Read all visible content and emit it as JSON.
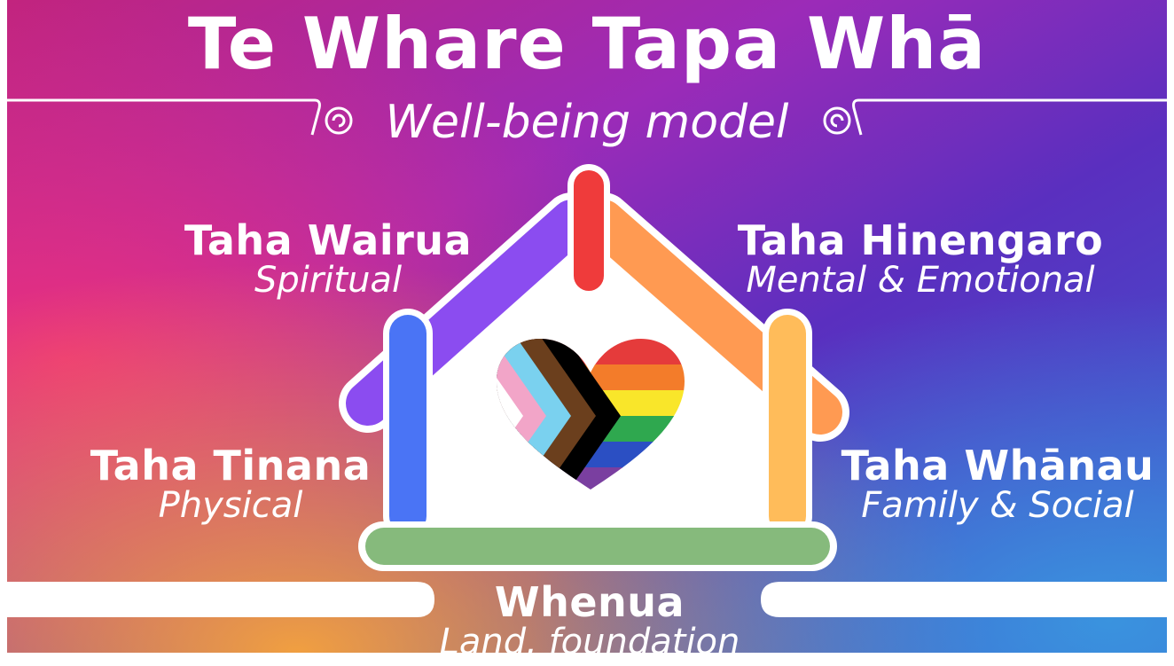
{
  "title": "Te Whare Tapa Whā",
  "subtitle": "Well-being model",
  "dimensions": [
    {
      "key": "spiritual",
      "maori": "Taha Wairua",
      "english": "Spiritual"
    },
    {
      "key": "mental",
      "maori": "Taha Hinengaro",
      "english": "Mental & Emotional"
    },
    {
      "key": "physical",
      "maori": "Taha Tinana",
      "english": "Physical"
    },
    {
      "key": "family",
      "maori": "Taha Whānau",
      "english": "Family & Social"
    },
    {
      "key": "land",
      "maori": "Whenua",
      "english": "Land, foundation"
    }
  ],
  "colors": {
    "background_gradient": [
      "#e8307a",
      "#8a2ac0",
      "#4a2ab8",
      "#3a8ad8",
      "#f7a53a"
    ],
    "left_wall": "#4a74f5",
    "right_wall": "#ffbc5a",
    "left_roof": "#8b4cf0",
    "right_roof": "#ff9a52",
    "ridge": "#ef3b3b",
    "floor": "#86ba7c",
    "outline": "#ffffff"
  },
  "heart_flag_stripes": [
    "#e53b3b",
    "#f37c2a",
    "#f9e62a",
    "#2fa84f",
    "#2b4fc3",
    "#7a3fa0"
  ],
  "heart_chevrons": [
    "#000000",
    "#6b3f1d",
    "#7ad1ef",
    "#f2a5c8",
    "#ffffff"
  ]
}
